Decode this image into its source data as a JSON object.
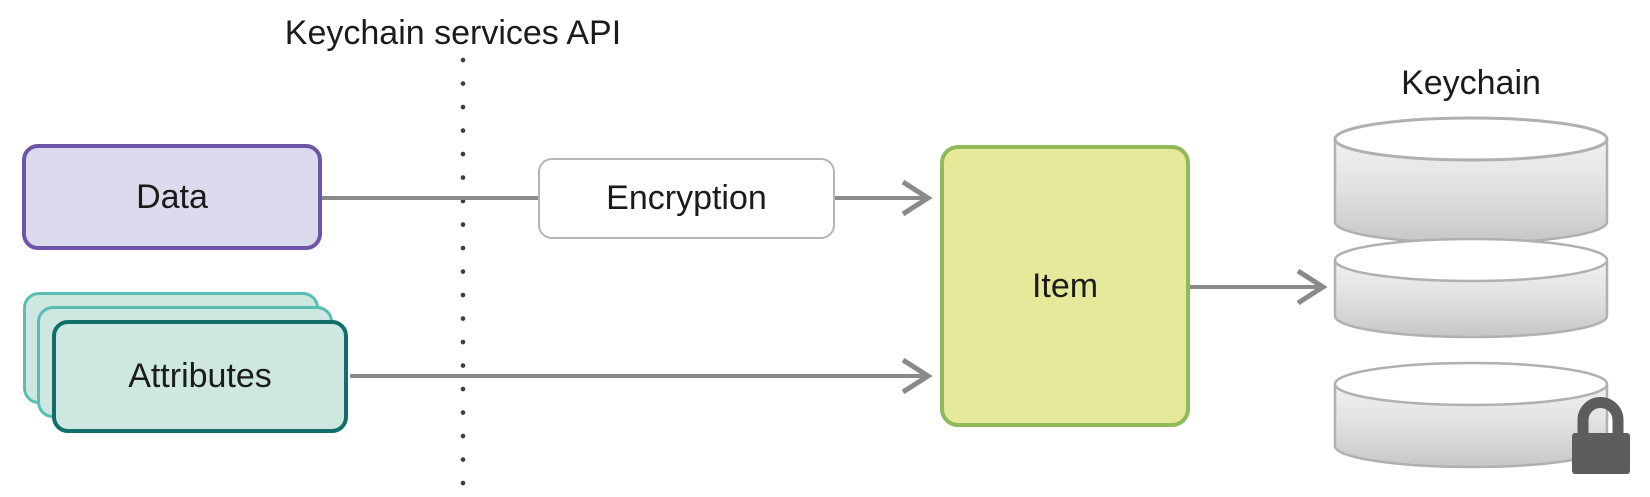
{
  "diagram": {
    "title": "Keychain services API",
    "api_boundary": {
      "style": "dotted-vertical-line",
      "color": "#3d3d3d"
    },
    "connector_color": "#8a8a8a",
    "nodes": {
      "data": {
        "label": "Data",
        "fill": "#dcdaed",
        "border": "#6f55a8"
      },
      "attributes": {
        "label": "Attributes",
        "fill": "#cfe7e1",
        "border": "#116e68",
        "stack_border": "#56bfb1",
        "stack_count": 3
      },
      "encryption": {
        "label": "Encryption",
        "fill": "#ffffff",
        "border": "#b5b5b5"
      },
      "item": {
        "label": "Item",
        "fill": "#e6e999",
        "border": "#8fba5a"
      }
    },
    "store": {
      "label": "Keychain",
      "icon": "database-cylinder-icon",
      "body_color": "#dedede",
      "outline_color": "#b0b0b0",
      "lock_icon": "lock-icon",
      "lock_color": "#5d5d5d"
    },
    "connections": [
      {
        "from": "Data",
        "to": "Encryption",
        "arrow": false
      },
      {
        "from": "Encryption",
        "to": "Item",
        "arrow": true
      },
      {
        "from": "Attributes",
        "to": "Item",
        "arrow": true
      },
      {
        "from": "Item",
        "to": "Keychain",
        "arrow": true
      }
    ]
  }
}
